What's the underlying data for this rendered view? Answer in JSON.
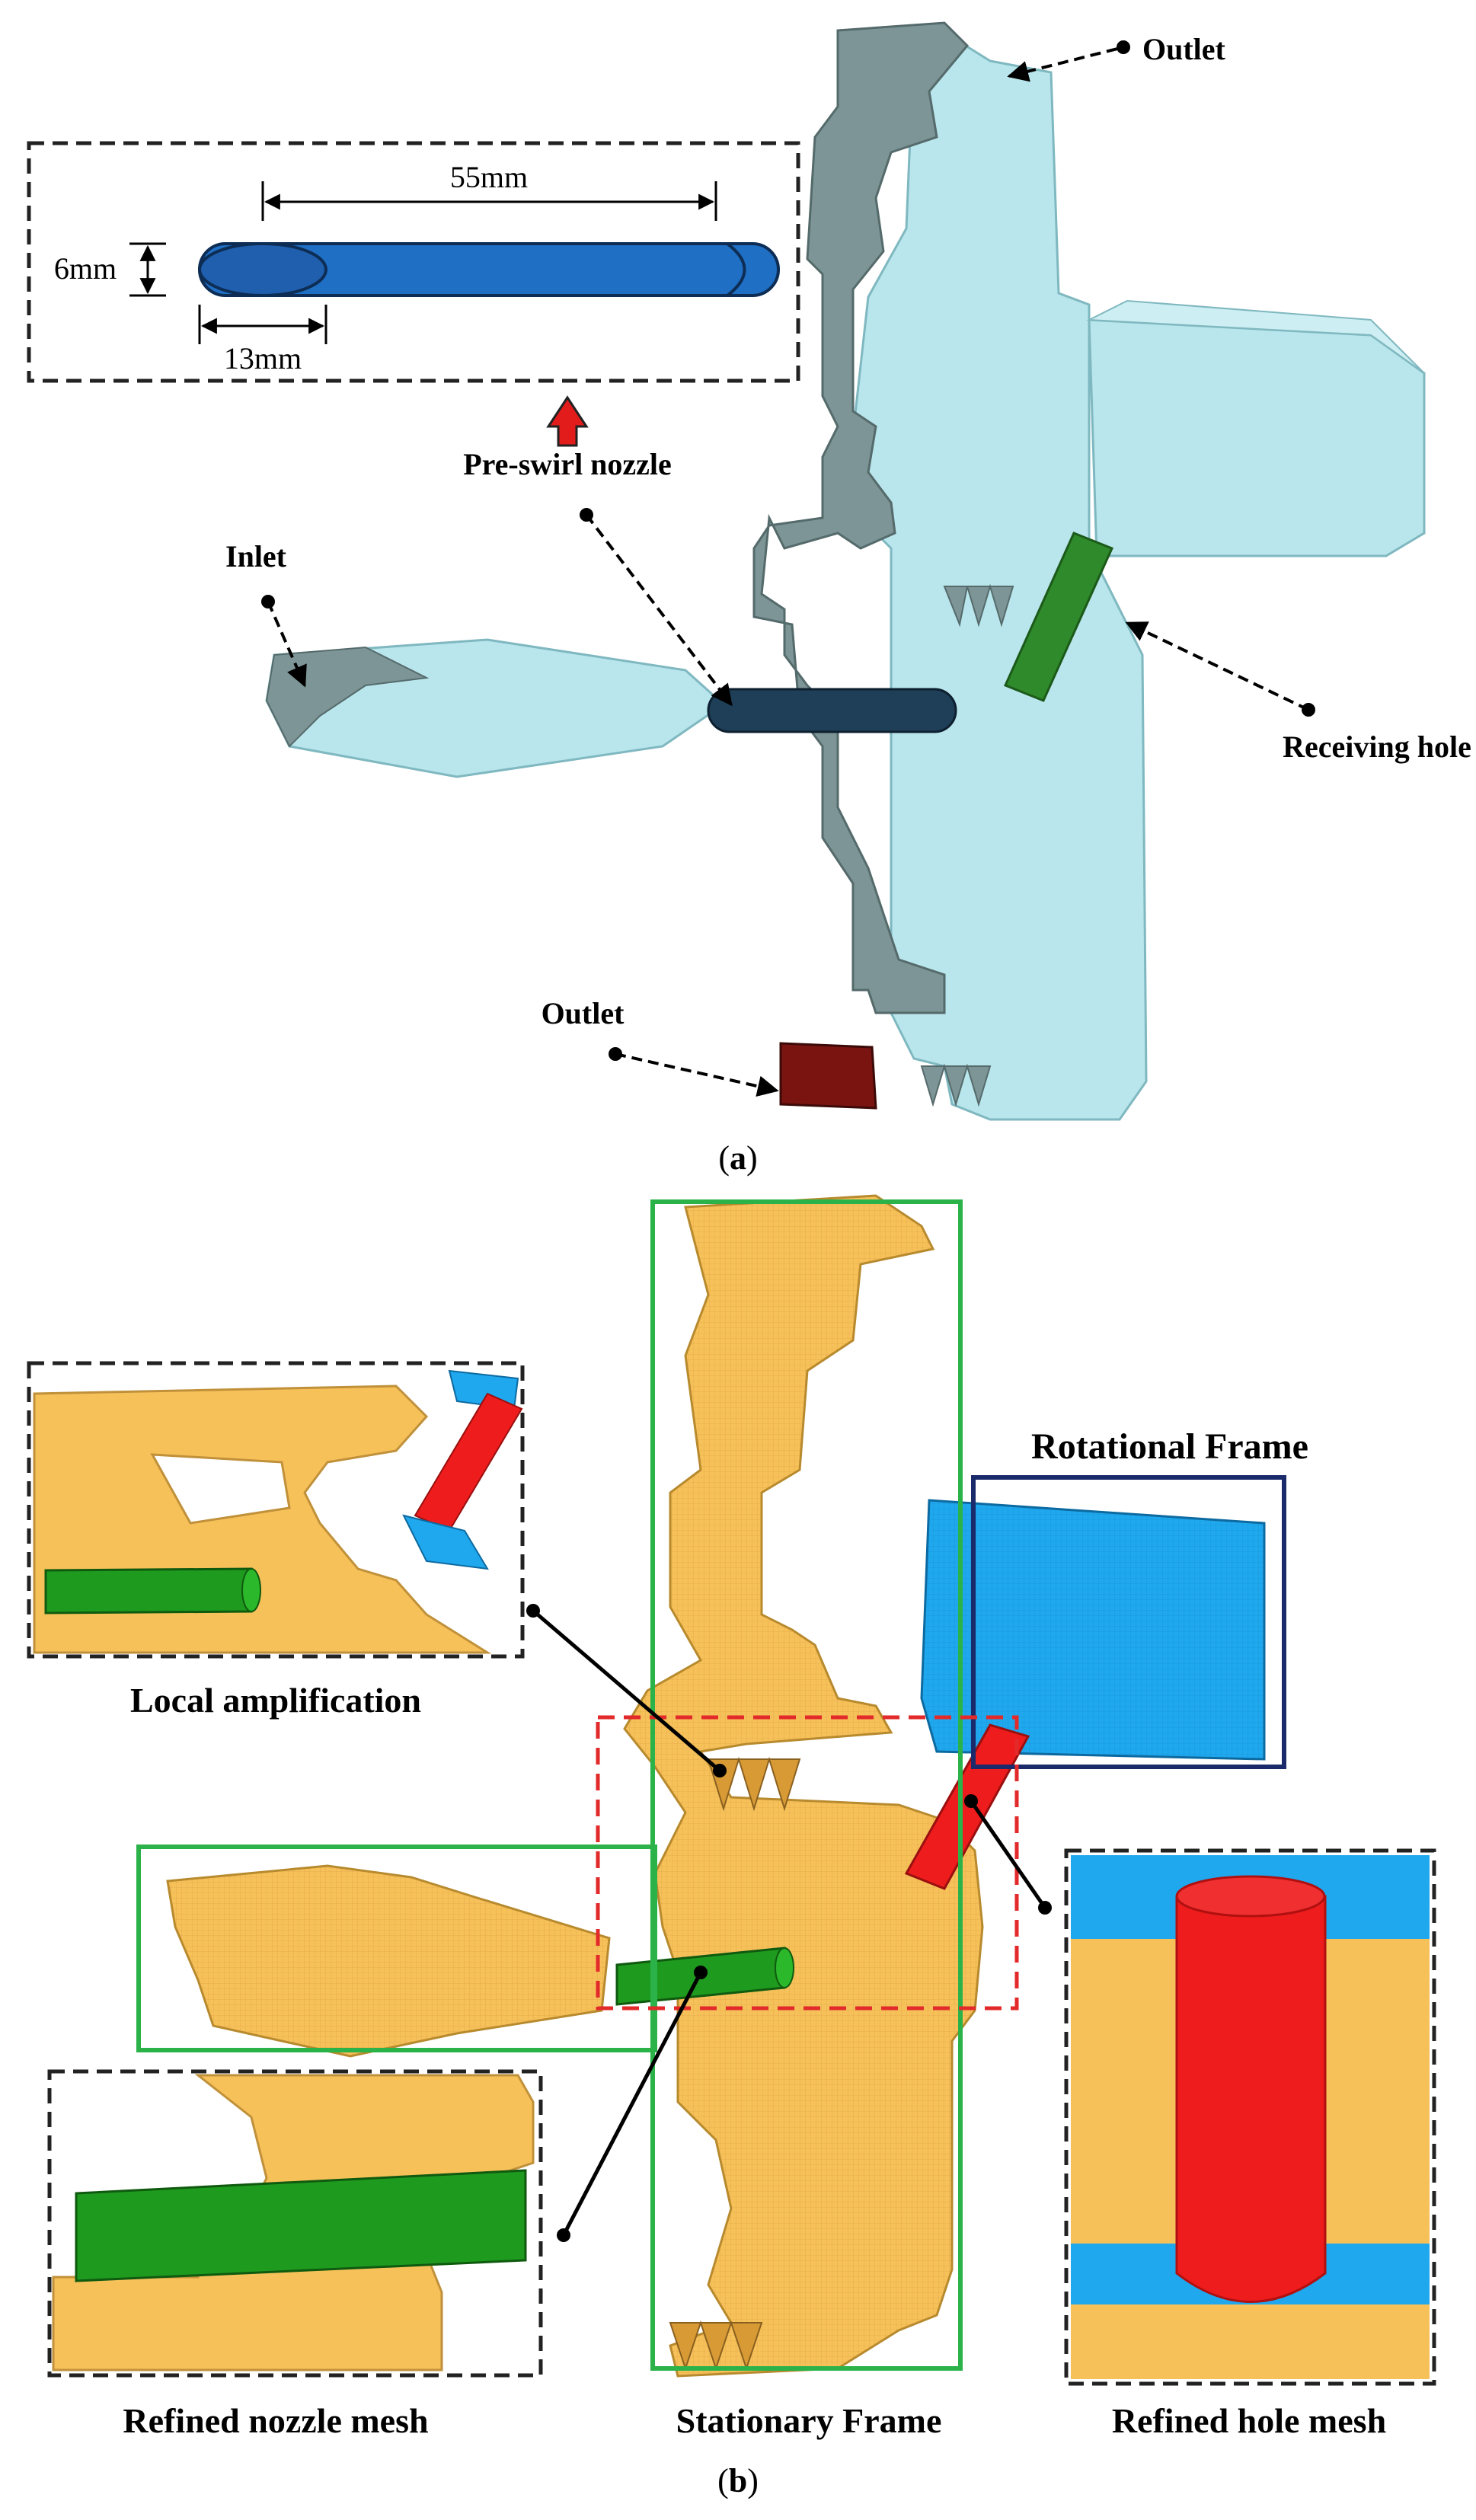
{
  "panel_a": {
    "caption_open": "(",
    "caption_letter": "a",
    "caption_close": ")",
    "labels": {
      "outlet_top": "Outlet",
      "pre_swirl_nozzle": "Pre-swirl nozzle",
      "inlet": "Inlet",
      "receiving_hole": "Receiving hole",
      "outlet_bottom": "Outlet"
    },
    "dimensions": {
      "length": "55mm",
      "diameter": "6mm",
      "ellipse_length": "13mm"
    }
  },
  "panel_b": {
    "caption_open": "(",
    "caption_letter": "b",
    "caption_close": ")",
    "labels": {
      "rotational_frame": "Rotational Frame",
      "local_amplification": "Local amplification",
      "refined_nozzle_mesh": "Refined nozzle mesh",
      "stationary_frame": "Stationary Frame",
      "refined_hole_mesh": "Refined hole mesh"
    }
  },
  "colors": {
    "stationary_glass": "#b9e6ec",
    "stationary_dark": "#7d9596",
    "nozzle_dark": "#1e3f57",
    "receiving_hole_green": "#2e8a2a",
    "outlet_red": "#7a1410",
    "mesh_orange": "#f7c15a",
    "rotational_blue": "#1fa8ee",
    "hole_red": "#ee1c1c",
    "nozzle_green": "#1e9a1e",
    "frame_green": "#2bb34a",
    "frame_navy": "#1b2a6b",
    "zoom_red": "#e22a2a",
    "dimension_blue": "#1f6fc4"
  }
}
